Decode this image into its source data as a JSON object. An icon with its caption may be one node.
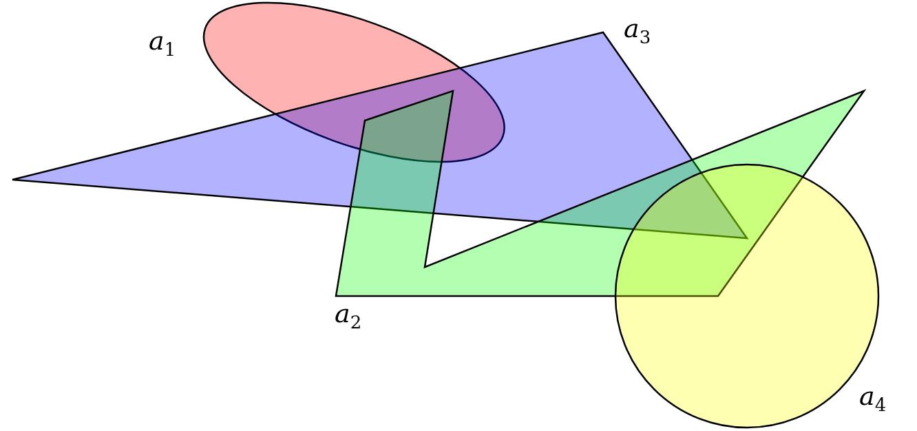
{
  "diagram": {
    "nodes": [
      {
        "text": [
          "a$_{1}$"
        ]
      },
      {
        "text": [
          "a$_{3}$"
        ]
      },
      {
        "text": [
          "a$_{2}$"
        ]
      },
      {
        "text": [
          "a$_{4}$"
        ]
      }
    ]
  }
}
